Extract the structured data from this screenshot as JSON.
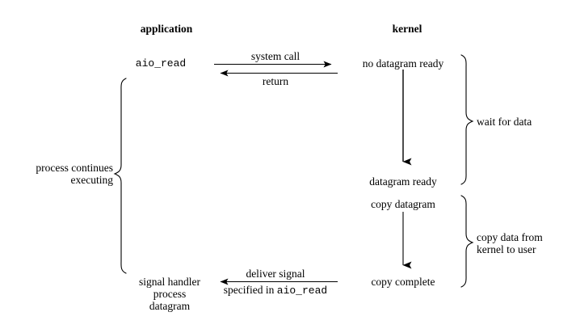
{
  "diagram": {
    "title_application": "application",
    "title_kernel": "kernel",
    "accent_color": "#000000",
    "background_color": "#ffffff",
    "application_column": {
      "call_label": "aio_read",
      "continues_line1": "process continues",
      "continues_line2": "executing",
      "handler_line1": "signal handler",
      "handler_line2": "process",
      "handler_line3": "datagram"
    },
    "kernel_column": {
      "state_1": "no datagram ready",
      "state_2": "datagram ready",
      "state_3": "copy datagram",
      "state_4": "copy complete"
    },
    "arrows": {
      "system_call": "system call",
      "return": "return",
      "deliver_signal_top": "deliver signal",
      "deliver_signal_bottom_prefix": "specified in",
      "deliver_signal_bottom_mono": "aio_read"
    },
    "braces": {
      "wait_for_data": "wait for data",
      "copy_data_line1": "copy data from",
      "copy_data_line2": "kernel to user"
    }
  }
}
